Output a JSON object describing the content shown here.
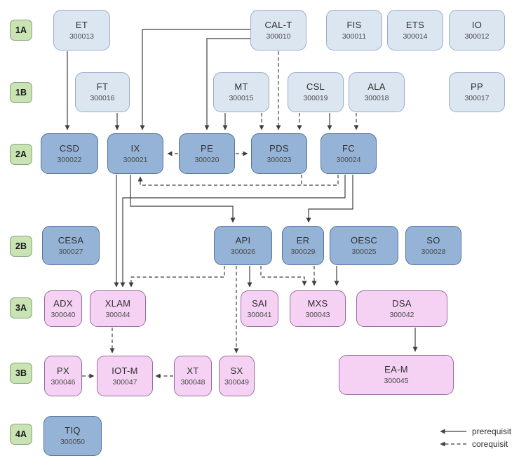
{
  "row_labels": {
    "r1a": "1A",
    "r1b": "1B",
    "r2a": "2A",
    "r2b": "2B",
    "r3a": "3A",
    "r3b": "3B",
    "r4a": "4A"
  },
  "nodes": {
    "ET": {
      "code": "ET",
      "number": "300013"
    },
    "CAL-T": {
      "code": "CAL-T",
      "number": "300010"
    },
    "FIS": {
      "code": "FIS",
      "number": "300011"
    },
    "ETS": {
      "code": "ETS",
      "number": "300014"
    },
    "IO": {
      "code": "IO",
      "number": "300012"
    },
    "FT": {
      "code": "FT",
      "number": "300016"
    },
    "MT": {
      "code": "MT",
      "number": "300015"
    },
    "CSL": {
      "code": "CSL",
      "number": "300019"
    },
    "ALA": {
      "code": "ALA",
      "number": "300018"
    },
    "PP": {
      "code": "PP",
      "number": "300017"
    },
    "CSD": {
      "code": "CSD",
      "number": "300022"
    },
    "IX": {
      "code": "IX",
      "number": "300021"
    },
    "PE": {
      "code": "PE",
      "number": "300020"
    },
    "PDS": {
      "code": "PDS",
      "number": "300023"
    },
    "FC": {
      "code": "FC",
      "number": "300024"
    },
    "CESA": {
      "code": "CESA",
      "number": "300027"
    },
    "API": {
      "code": "API",
      "number": "300026"
    },
    "ER": {
      "code": "ER",
      "number": "300029"
    },
    "OESC": {
      "code": "OESC",
      "number": "300025"
    },
    "SO": {
      "code": "SO",
      "number": "300028"
    },
    "ADX": {
      "code": "ADX",
      "number": "300040"
    },
    "XLAM": {
      "code": "XLAM",
      "number": "300044"
    },
    "SAI": {
      "code": "SAI",
      "number": "300041"
    },
    "MXS": {
      "code": "MXS",
      "number": "300043"
    },
    "DSA": {
      "code": "DSA",
      "number": "300042"
    },
    "PX": {
      "code": "PX",
      "number": "300046"
    },
    "IOT-M": {
      "code": "IOT-M",
      "number": "300047"
    },
    "XT": {
      "code": "XT",
      "number": "300048"
    },
    "SX": {
      "code": "SX",
      "number": "300049"
    },
    "EA-M": {
      "code": "EA-M",
      "number": "300045"
    },
    "TIQ": {
      "code": "TIQ",
      "number": "300050"
    }
  },
  "legend": {
    "prerequisite_label": "prerequisit",
    "corequisite_label": "corequisit"
  },
  "colors": {
    "level1_fill": "#dce6f1",
    "level1_border": "#96aecb",
    "level2_fill": "#95b3d7",
    "level2_border": "#54749a",
    "level3_fill": "#f5d2f3",
    "level3_border": "#9a6b9f",
    "row_label_fill": "#c9e3b4",
    "row_label_border": "#85a575",
    "edge": "#3f3f3f"
  },
  "edges": {
    "prerequisit": [
      {
        "from": "ET",
        "to": "CSD"
      },
      {
        "from": "FT",
        "to": "IX"
      },
      {
        "from": "CAL-T",
        "to": "IX"
      },
      {
        "from": "CAL-T",
        "to": "PE"
      },
      {
        "from": "MT",
        "to": "PE"
      },
      {
        "from": "CSL",
        "to": "FC"
      },
      {
        "from": "IX",
        "to": "XLAM"
      },
      {
        "from": "FC",
        "to": "XLAM"
      },
      {
        "from": "IX",
        "to": "API"
      },
      {
        "from": "FC",
        "to": "ER"
      },
      {
        "from": "API",
        "to": "SAI"
      },
      {
        "from": "OESC",
        "to": "MXS"
      },
      {
        "from": "DSA",
        "to": "EA-M"
      }
    ],
    "corequisit": [
      {
        "from": "CAL-T",
        "to": "PDS"
      },
      {
        "from": "MT",
        "to": "PDS"
      },
      {
        "from": "CSL",
        "to": "PDS"
      },
      {
        "from": "ALA",
        "to": "FC"
      },
      {
        "from": "PE",
        "to": "IX"
      },
      {
        "from": "PE",
        "to": "PDS"
      },
      {
        "from": "PDS",
        "to": "IX"
      },
      {
        "from": "FC",
        "to": "IX"
      },
      {
        "from": "API",
        "to": "XLAM"
      },
      {
        "from": "API",
        "to": "MXS"
      },
      {
        "from": "ER",
        "to": "MXS"
      },
      {
        "from": "API",
        "to": "SX"
      },
      {
        "from": "XLAM",
        "to": "IOT-M"
      },
      {
        "from": "PX",
        "to": "IOT-M"
      },
      {
        "from": "XT",
        "to": "IOT-M"
      }
    ]
  }
}
